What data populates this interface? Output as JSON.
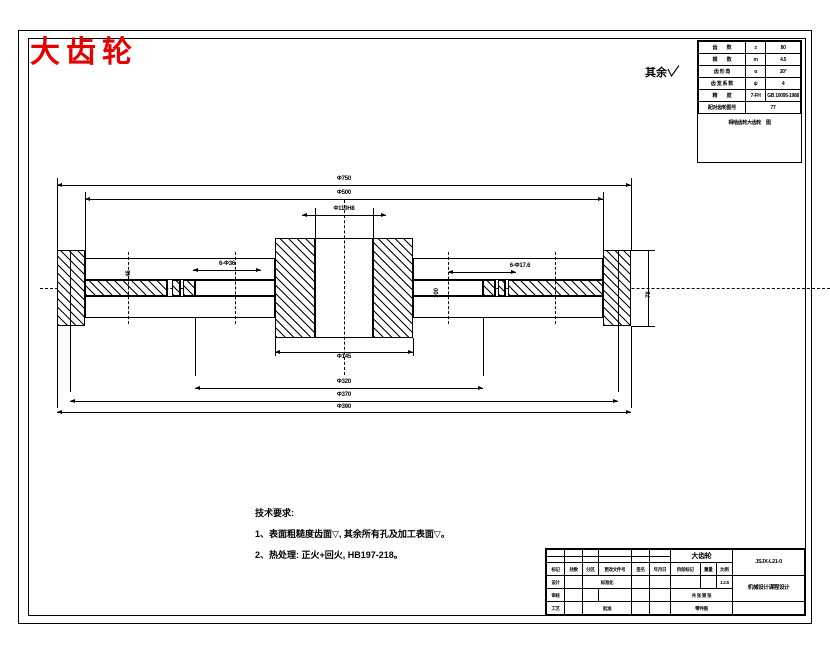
{
  "drawing": {
    "title": "大齿轮",
    "title_color": "#e60000",
    "surface_note": "其余"
  },
  "param_table": {
    "rows": [
      {
        "label": "齿　　数",
        "symbol": "z",
        "value": "80"
      },
      {
        "label": "模　　数",
        "symbol": "m",
        "value": "4.5"
      },
      {
        "label": "齿 形 角",
        "symbol": "α",
        "value": "20°"
      },
      {
        "label": "齿 宽 系 数",
        "symbol": "ψ",
        "value": "4"
      },
      {
        "label": "精　　度",
        "symbol": "7-FH",
        "value": "GB 10095-1988"
      }
    ],
    "pair_label": "配对齿轮图号",
    "pair_value": "77",
    "note": "相啮齿轮大齿轮　图"
  },
  "dimensions": {
    "top": [
      {
        "id": "d-top-1",
        "text": "Φ750"
      },
      {
        "id": "d-top-2",
        "text": "Φ500"
      },
      {
        "id": "d-top-3",
        "text": "Φ110H8"
      }
    ],
    "bottom": [
      {
        "id": "d-bot-1",
        "text": "Φ145"
      },
      {
        "id": "d-bot-2",
        "text": "Φ320"
      },
      {
        "id": "d-bot-3",
        "text": "Φ370"
      },
      {
        "id": "d-bot-4",
        "text": "Φ390"
      }
    ],
    "inner": [
      {
        "id": "d-left-hole",
        "text": "6-Φ36"
      },
      {
        "id": "d-right-hole",
        "text": "6-Φ17.6"
      },
      {
        "id": "d-left-small",
        "text": "45"
      },
      {
        "id": "d-right-small",
        "text": "100"
      }
    ],
    "right_vertical": {
      "id": "d-width",
      "text": "78"
    }
  },
  "tech_requirements": {
    "heading": "技术要求:",
    "items": [
      "1、表面粗糙度齿面▽, 其余所有孔及加工表面▽。",
      "2、热处理: 正火+回火, HB197-218。"
    ]
  },
  "title_block": {
    "part_name": "大齿轮",
    "material_label": "零件图",
    "col_headers": [
      "标记",
      "处数",
      "分区",
      "更改文件号",
      "签名",
      "年月日"
    ],
    "rows": [
      [
        "设计",
        "",
        "标准化",
        "",
        "",
        "阶段标记",
        "重量",
        "比例"
      ],
      [
        "审核",
        "",
        "",
        "",
        "",
        "",
        "",
        "1:2.5"
      ],
      [
        "工艺",
        "",
        "批准",
        "",
        "",
        "共 张 第 张",
        "",
        ""
      ]
    ],
    "drawing_no": "JSJX-L21-0",
    "institute": "机械设计课程设计"
  }
}
